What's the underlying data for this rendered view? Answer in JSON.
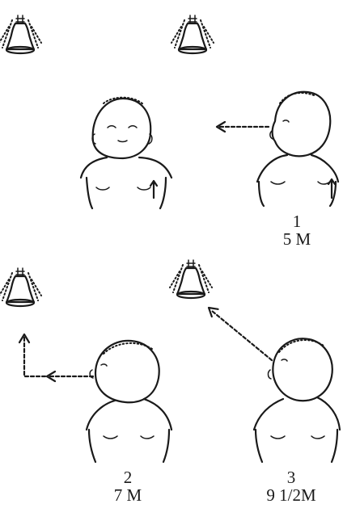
{
  "stages": [
    {
      "step": "1",
      "age": "5 M"
    },
    {
      "step": "2",
      "age": "7 M"
    },
    {
      "step": "3",
      "age": "9 1/2M"
    }
  ]
}
